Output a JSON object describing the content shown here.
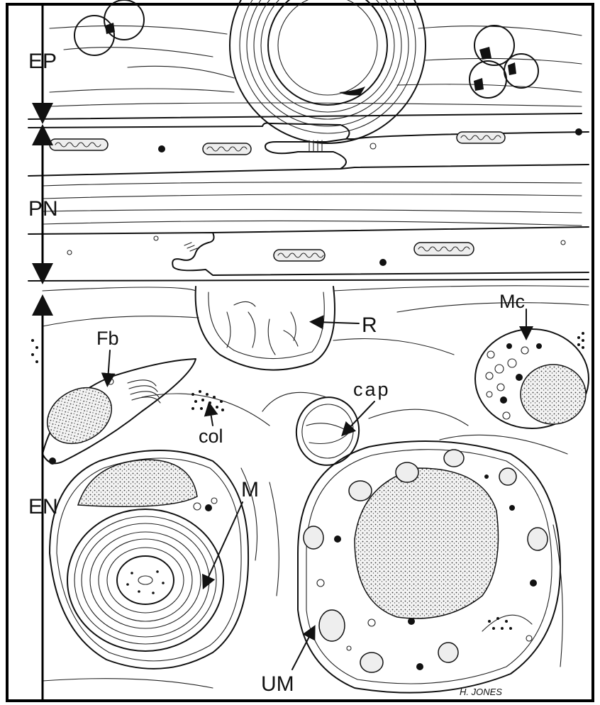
{
  "labels": {
    "ep": "EP",
    "pn": "PN",
    "en": "EN",
    "fb": "Fb",
    "col": "col",
    "r": "R",
    "cap": "cap",
    "mc": "Mc",
    "m": "M",
    "um": "UM"
  },
  "signature": "H. JONES"
}
